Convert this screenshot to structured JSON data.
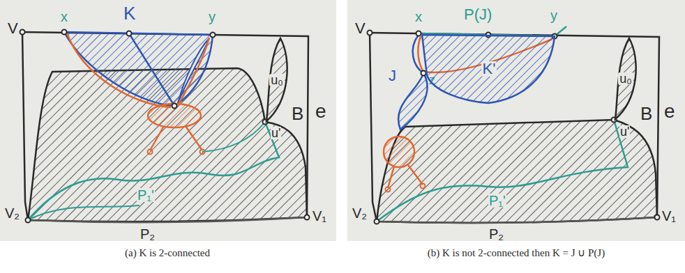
{
  "diagram": {
    "nodes": [
      {
        "text": [
          "u₀"
        ]
      },
      {
        "text": [
          "K'"
        ]
      },
      {
        "text": [
          "u₀"
        ]
      }
    ],
    "labels": [
      "V",
      "x",
      "K",
      "y",
      "u'",
      "B",
      "e",
      "V₂",
      "V₁",
      "P₂",
      "P₁'",
      "(a) K is 2-connected",
      "V",
      "x",
      "P(J)",
      "y",
      "J",
      "z",
      "u'",
      "B",
      "e",
      "V₂",
      "V₁",
      "P₂",
      "P₁'",
      "(b) K is not 2-connected then K = J ∪ P(J)"
    ]
  }
}
